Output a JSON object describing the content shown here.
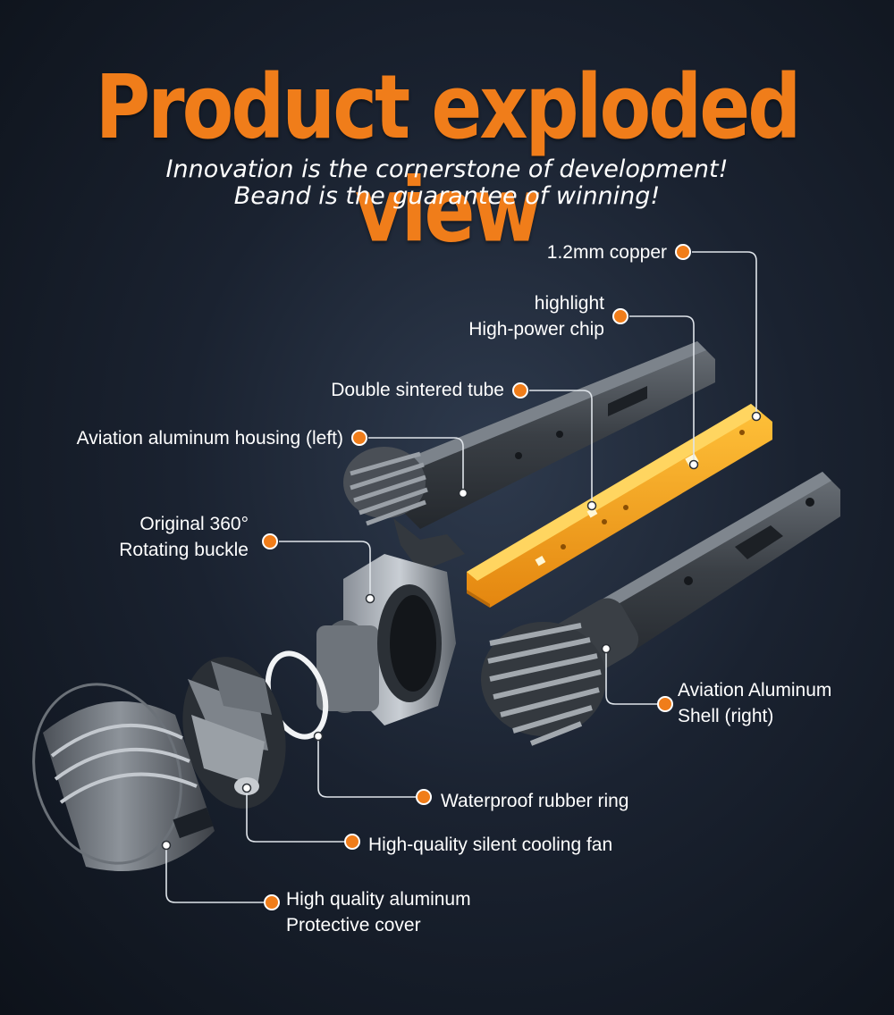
{
  "header": {
    "title": "Product exploded view",
    "subtitle_line1": "Innovation is the cornerstone of development!",
    "subtitle_line2": "Beand is the guarantee of winning!"
  },
  "callouts": {
    "copper": "1.2mm copper",
    "chip_line1": "highlight",
    "chip_line2": "High-power chip",
    "tube": "Double sintered tube",
    "housing_left": "Aviation aluminum housing (left)",
    "buckle_line1": "Original 360°",
    "buckle_line2": "Rotating buckle",
    "shell_right_line1": "Aviation Aluminum",
    "shell_right_line2": "Shell (right)",
    "rubber_ring": "Waterproof rubber ring",
    "fan": "High-quality silent cooling fan",
    "cover_line1": "High quality aluminum",
    "cover_line2": "Protective cover"
  },
  "colors": {
    "accent": "#f07d1a",
    "copper_board": "#f5a21a",
    "leader_line": "#dfe4ea"
  }
}
